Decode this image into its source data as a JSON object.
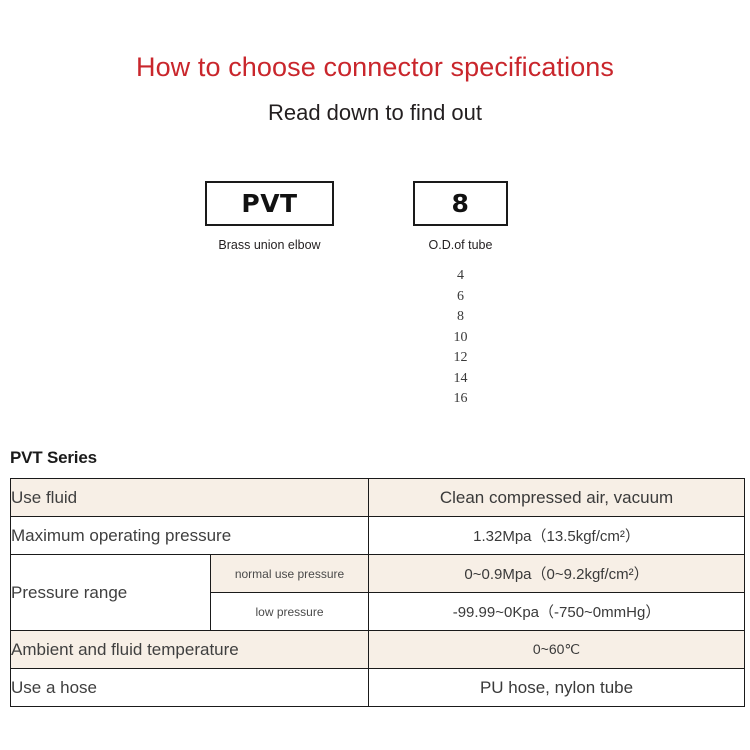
{
  "headings": {
    "title": "How to choose connector specifications",
    "subtitle": "Read down to find out"
  },
  "selector": {
    "series_box": {
      "code": "PVT",
      "caption": "Brass union elbow"
    },
    "size_box": {
      "code": "8",
      "caption": "O.D.of tube",
      "options": [
        "4",
        "6",
        "8",
        "10",
        "12",
        "14",
        "16"
      ]
    }
  },
  "spec": {
    "series_label": "PVT Series",
    "rows": [
      {
        "label": "Use fluid",
        "value": "Clean compressed air, vacuum"
      },
      {
        "label": "Maximum operating pressure",
        "value": "1.32Mpa（13.5kgf/cm²）"
      },
      {
        "label": "Pressure range",
        "sub_rows": [
          {
            "sublabel": "normal use pressure",
            "value": "0~0.9Mpa（0~9.2kgf/cm²）"
          },
          {
            "sublabel": "low pressure",
            "value": "-99.99~0Kpa（-750~0mmHg）"
          }
        ]
      },
      {
        "label": "Ambient and fluid temperature",
        "value": "0~60℃"
      },
      {
        "label": "Use a hose",
        "value": "PU hose, nylon tube"
      }
    ]
  },
  "colors": {
    "title_red": "#c9262c",
    "row_beige": "#f7efe6",
    "row_white": "#ffffff",
    "border": "#1a1a1a"
  }
}
